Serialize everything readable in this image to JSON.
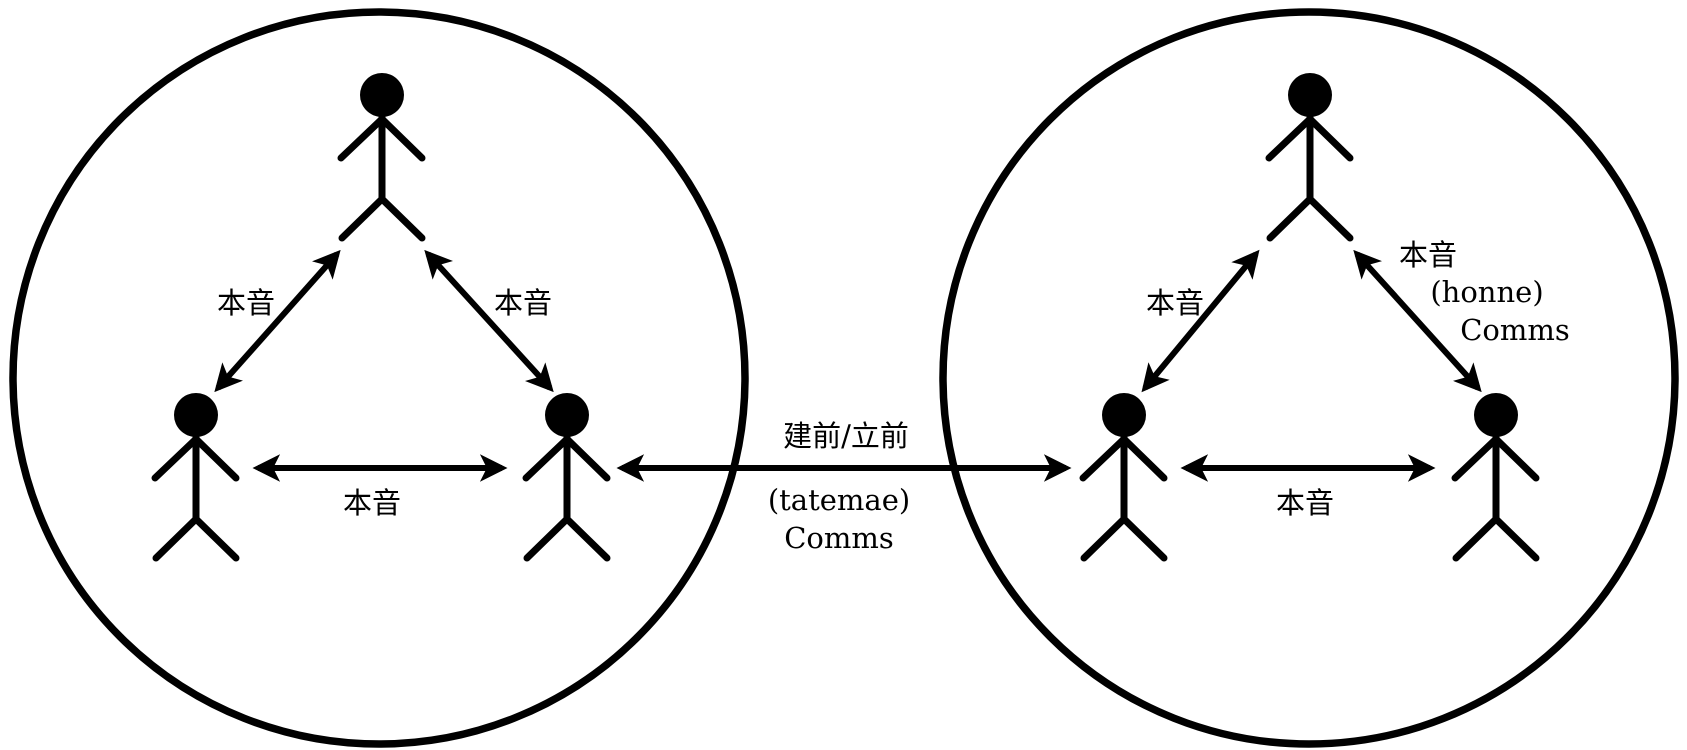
{
  "colors": {
    "ink": "#000000",
    "background": "#ffffff"
  },
  "left_group": {
    "label_top_left": "本音",
    "label_top_right": "本音",
    "label_bottom": "本音"
  },
  "middle": {
    "label_top": "建前/立前",
    "label_line1": "(tatemae)",
    "label_line2": "Comms"
  },
  "right_group": {
    "label_top_left": "本音",
    "label_honne_kanji": "本音",
    "label_honne_romaji": "(honne)",
    "label_honne_comms": "Comms",
    "label_bottom": "本音"
  },
  "icons": [
    "person-icon",
    "arrow-icon",
    "circle-group"
  ]
}
